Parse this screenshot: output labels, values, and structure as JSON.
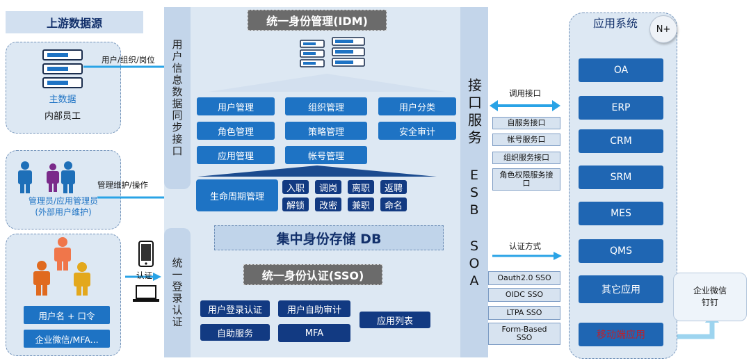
{
  "upstream": {
    "title": "上游数据源",
    "master": {
      "caption": "主数据",
      "sub": "内部员工"
    },
    "admins": {
      "caption_line1": "管理员/应用管理员",
      "caption_line2": "(外部用户维护)"
    },
    "auth_tags": [
      "用户名 + 口令",
      "企业微信/MFA..."
    ]
  },
  "arrows": {
    "sync_label": "用户/组织/岗位",
    "manage_label": "管理维护/操作",
    "auth_label": "认证",
    "call_label": "调用接口",
    "auth_method_label": "认证方式"
  },
  "sync_column": {
    "label": "用户信息数据同步接口"
  },
  "login_column": {
    "label": "统一登录认证"
  },
  "idm": {
    "title": "统一身份管理(IDM)",
    "modules_row1": [
      "用户管理",
      "组织管理",
      "用户分类"
    ],
    "modules_row2": [
      "角色管理",
      "策略管理",
      "安全审计"
    ],
    "modules_row3": [
      "应用管理",
      "帐号管理"
    ],
    "lifecycle": "生命周期管理",
    "lifecycle_ops_row1": [
      "入职",
      "调岗",
      "离职",
      "返聘"
    ],
    "lifecycle_ops_row2": [
      "解锁",
      "改密",
      "兼职",
      "命名"
    ]
  },
  "db": {
    "title": "集中身份存储 DB"
  },
  "sso": {
    "title": "统一身份认证(SSO)",
    "modules": [
      "用户登录认证",
      "用户自助审计",
      "应用列表",
      "自助服务",
      "MFA"
    ]
  },
  "esb": {
    "label_line1": "接口服务",
    "label_line2": "ESB",
    "label_line3": "SOA"
  },
  "interfaces": [
    "自服务接口",
    "帐号服务口",
    "组织服务接口",
    "角色权限服务接口"
  ],
  "sso_methods": [
    "Oauth2.0 SSO",
    "OIDC SSO",
    "LTPA SSO",
    "Form-Based SSO"
  ],
  "apps": {
    "title": "应用系统",
    "badge": "N+",
    "items": [
      "OA",
      "ERP",
      "CRM",
      "SRM",
      "MES",
      "QMS",
      "其它应用",
      "移动端应用"
    ]
  },
  "wecom": {
    "line1": "企业微信",
    "line2": "钉钉"
  },
  "colors": {
    "primary": "#1e73c4",
    "dark": "#123a82",
    "panel": "#dde8f3",
    "arrow": "#29a3e6",
    "mobile_text": "#c0202a"
  }
}
